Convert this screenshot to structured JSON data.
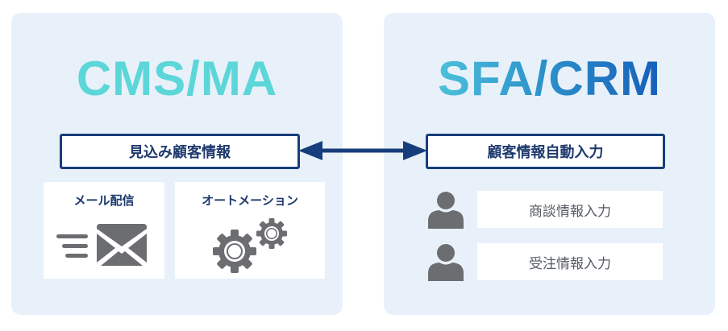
{
  "left_panel": {
    "title": "CMS/MA",
    "title_color": "#5cd6d9",
    "info_box": "見込み顧客情報",
    "cards": [
      {
        "label": "メール配信",
        "icon": "mail-icon"
      },
      {
        "label": "オートメーション",
        "icon": "gears-icon"
      }
    ]
  },
  "right_panel": {
    "title": "SFA/CRM",
    "title_gradient": [
      "#5dd8e3",
      "#2f96cc",
      "#0a47b2"
    ],
    "info_box": "顧客情報自動入力",
    "rows": [
      {
        "label": "商談情報入力",
        "icon": "person-icon"
      },
      {
        "label": "受注情報入力",
        "icon": "person-icon"
      }
    ]
  },
  "connector": {
    "type": "bidirectional-arrow",
    "color": "#173e7c"
  },
  "colors": {
    "panel_bg": "#e8f1f9",
    "box_border": "#173e7c",
    "icon_gray": "#6b6d70",
    "text_navy": "#1e3a6e"
  }
}
